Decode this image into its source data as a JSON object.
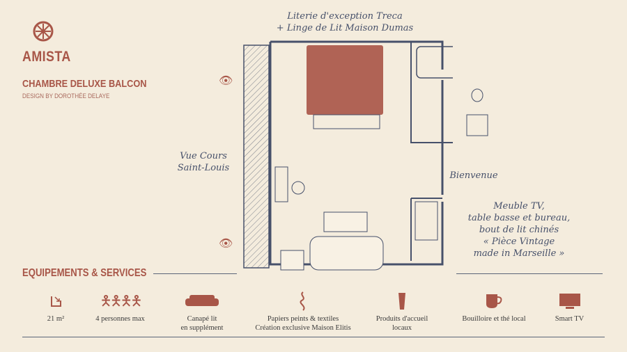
{
  "brand": {
    "name": "AMISTA",
    "room": "CHAMBRE DELUXE BALCON",
    "designer": "DESIGN BY DOROTHÉE DELAYE"
  },
  "plan": {
    "bedding": [
      "Literie d'exception Treca",
      "+ Linge de Lit Maison Dumas"
    ],
    "view": [
      "Vue Cours",
      "Saint-Louis"
    ],
    "welcome": "Bienvenue",
    "furniture": [
      "Meuble TV,",
      "table basse et bureau,",
      "bout de lit chinés",
      "« Pièce Vintage",
      "made in Marseille »"
    ]
  },
  "services": {
    "title": "EQUIPEMENTS & SERVICES",
    "items": [
      {
        "icon": "area-icon",
        "lines": [
          "21 m²"
        ]
      },
      {
        "icon": "people-icon",
        "lines": [
          "4 personnes max"
        ]
      },
      {
        "icon": "sofa-icon",
        "lines": [
          "Canapé lit",
          "en supplément"
        ]
      },
      {
        "icon": "wallpaper-icon",
        "lines": [
          "Papiers peints & textiles",
          "Création exclusive Maison Elitis"
        ]
      },
      {
        "icon": "toiletries-icon",
        "lines": [
          "Produits d'accueil",
          "locaux"
        ]
      },
      {
        "icon": "mug-icon",
        "lines": [
          "Bouilloire et thé local"
        ]
      },
      {
        "icon": "tv-icon",
        "lines": [
          "Smart TV"
        ]
      }
    ]
  },
  "colors": {
    "accent": "#a85648",
    "plan": "#46506a",
    "background": "#f4ecdd"
  }
}
